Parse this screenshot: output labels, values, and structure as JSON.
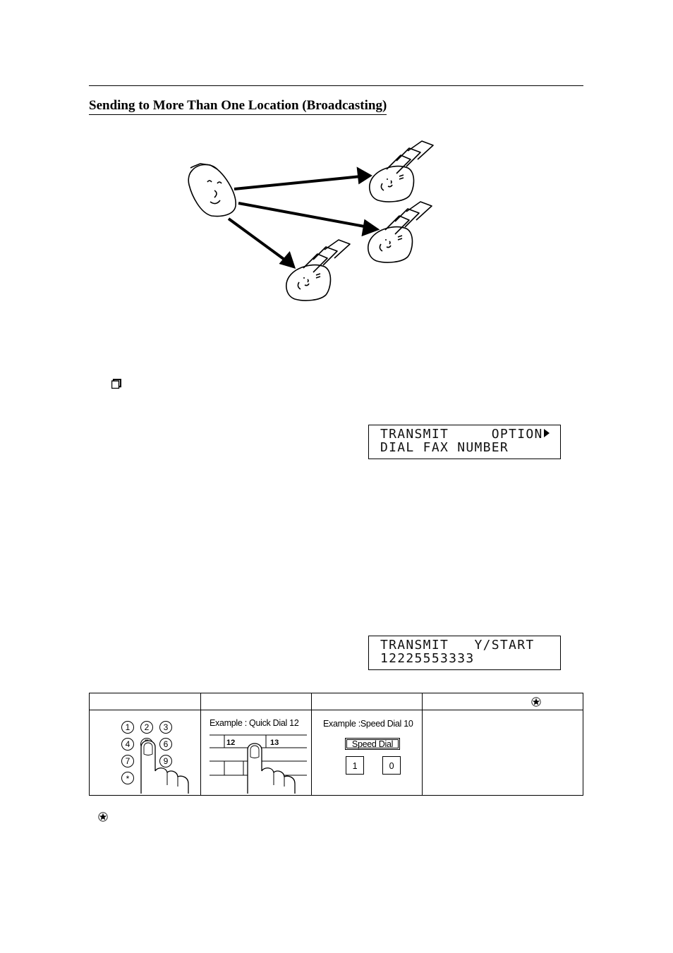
{
  "page": {
    "heading": "Sending to More Than One Location (Broadcasting)"
  },
  "display_1": {
    "line1": "TRANSMIT     OPTION",
    "line2": "DIAL FAX NUMBER",
    "arrow_icon": "right-triangle-icon"
  },
  "display_2": {
    "line1": "TRANSMIT   Y/START",
    "line2": "12225553333"
  },
  "table": {
    "cell_quick_dial": {
      "example_label": "Example : Quick Dial 12",
      "key_left": "12",
      "key_right": "13"
    },
    "cell_speed_dial": {
      "example_label": "Example :Speed Dial 10",
      "button_label": "Speed Dial",
      "digit_1": "1",
      "digit_2": "0"
    },
    "cell_keypad": {
      "keys": [
        "1",
        "2",
        "3",
        "4",
        "5",
        "6",
        "7",
        "9",
        "*"
      ]
    }
  },
  "icons": {
    "star": "star-icon",
    "checkbox": "checkbox-icon"
  }
}
